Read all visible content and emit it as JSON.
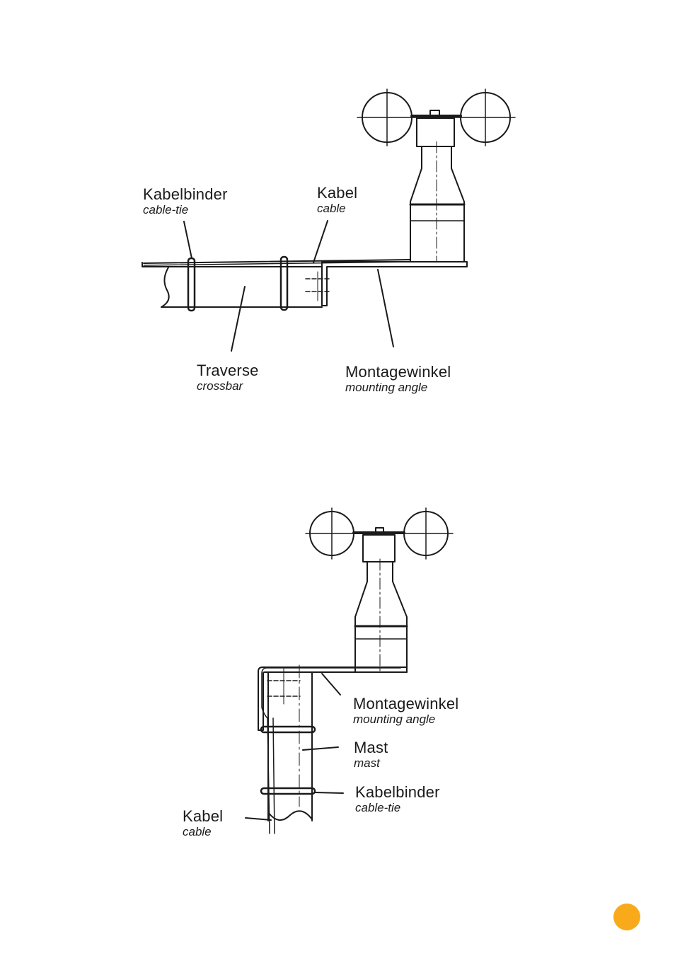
{
  "colors": {
    "line": "#1a1a1a",
    "page_marker": "#F8AA1A"
  },
  "figure_top": {
    "label_kabelbinder": {
      "de": "Kabelbinder",
      "en": "cable-tie"
    },
    "label_kabel": {
      "de": "Kabel",
      "en": "cable"
    },
    "label_traverse": {
      "de": "Traverse",
      "en": "crossbar"
    },
    "label_montagewinkel": {
      "de": "Montagewinkel",
      "en": "mounting angle"
    }
  },
  "figure_bottom": {
    "label_montagewinkel": {
      "de": "Montagewinkel",
      "en": "mounting angle"
    },
    "label_mast": {
      "de": "Mast",
      "en": "mast"
    },
    "label_kabelbinder": {
      "de": "Kabelbinder",
      "en": "cable-tie"
    },
    "label_kabel": {
      "de": "Kabel",
      "en": "cable"
    }
  }
}
